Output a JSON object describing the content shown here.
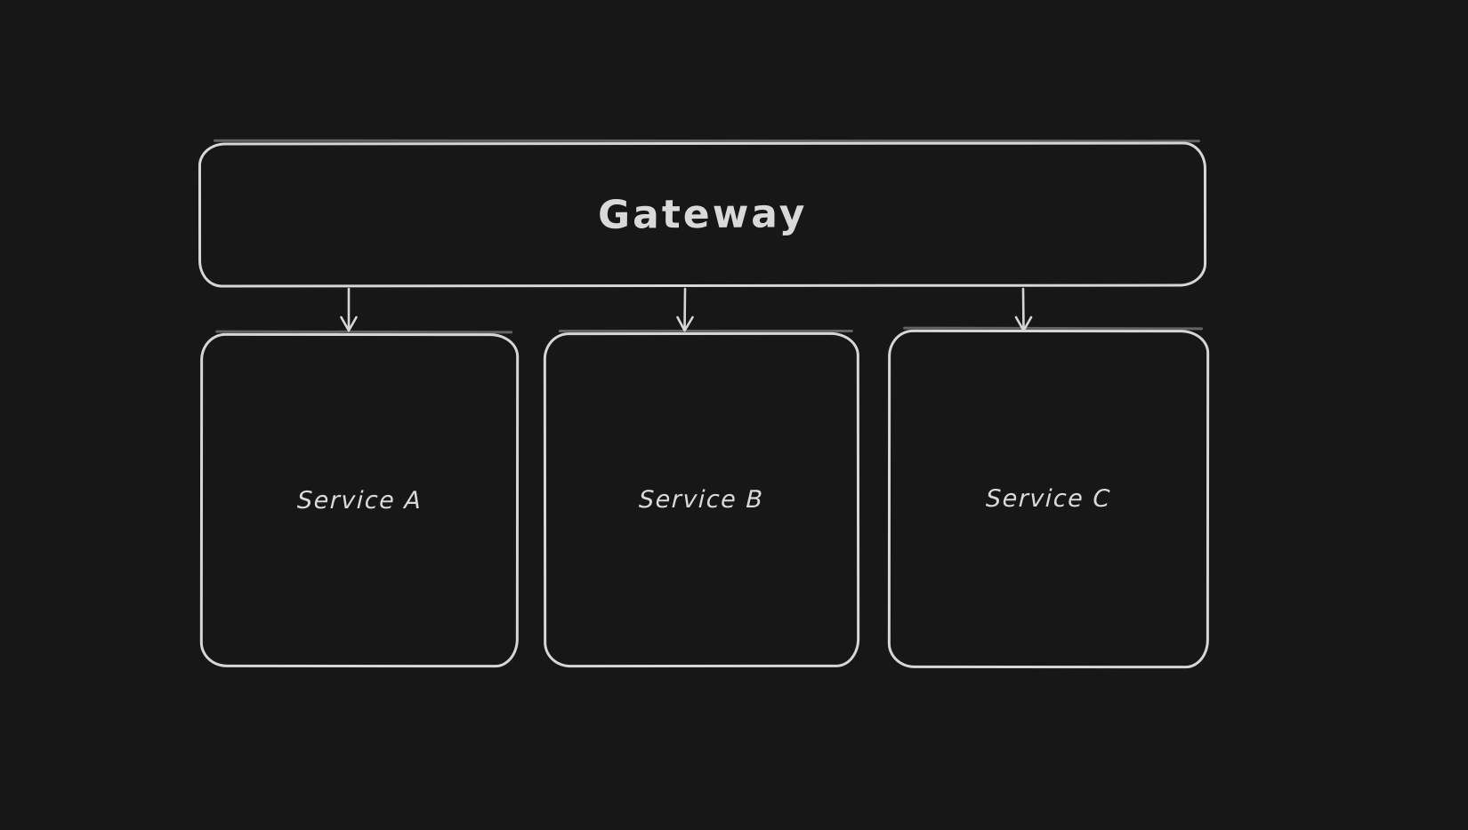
{
  "diagram": {
    "type": "flowchart",
    "theme": {
      "background": "#171717",
      "stroke": "#d6d6d6",
      "text": "#d9d9d9"
    },
    "nodes": {
      "gateway": {
        "id": "gateway",
        "label": "Gateway",
        "shape": "rounded-rectangle"
      },
      "services": [
        {
          "id": "service-a",
          "label": "Service A",
          "shape": "rounded-rectangle"
        },
        {
          "id": "service-b",
          "label": "Service B",
          "shape": "rounded-rectangle"
        },
        {
          "id": "service-c",
          "label": "Service C",
          "shape": "rounded-rectangle"
        }
      ]
    },
    "edges": [
      {
        "from": "gateway",
        "to": "service-a",
        "type": "arrow-down"
      },
      {
        "from": "gateway",
        "to": "service-b",
        "type": "arrow-down"
      },
      {
        "from": "gateway",
        "to": "service-c",
        "type": "arrow-down"
      }
    ]
  }
}
